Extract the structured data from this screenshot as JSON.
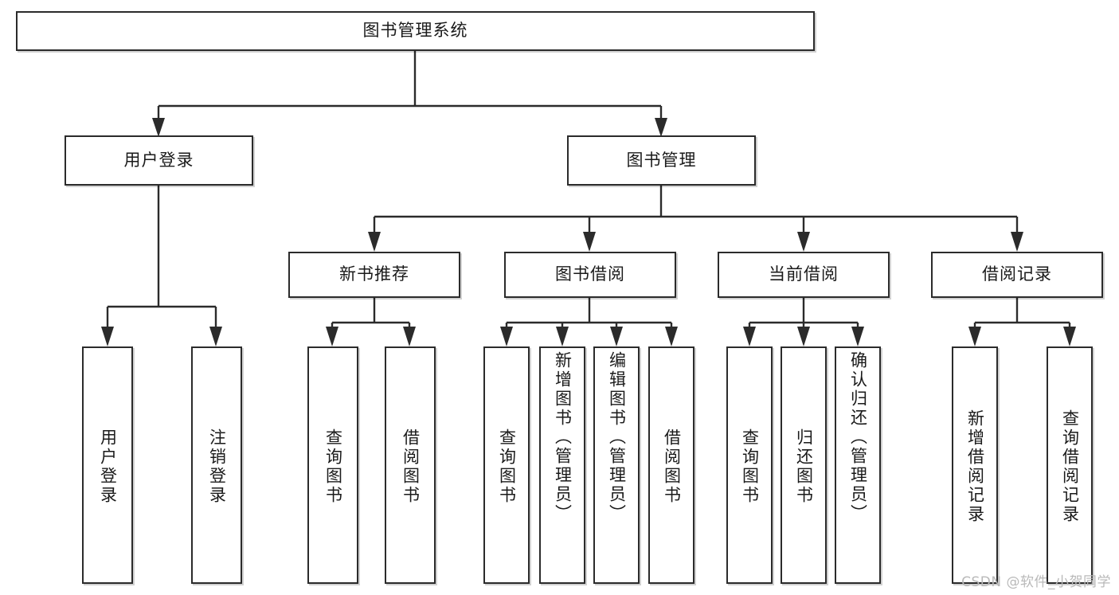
{
  "diagram": {
    "title": "图书管理系统",
    "type": "tree-hierarchy",
    "watermark": "CSDN @软件_小贺同学",
    "colors": {
      "line": "#2b2b2b",
      "box_border": "#2b2b2b",
      "box_fill": "#ffffff",
      "text": "#1a1a1a",
      "watermark": "#b9b9b9"
    },
    "levels": {
      "root": {
        "label": "图书管理系统"
      },
      "level2": [
        {
          "label": "用户登录"
        },
        {
          "label": "图书管理"
        }
      ],
      "level3": [
        {
          "label": "新书推荐"
        },
        {
          "label": "图书借阅"
        },
        {
          "label": "当前借阅"
        },
        {
          "label": "借阅记录"
        }
      ],
      "leaves": {
        "user_login": [
          {
            "label": "用户登录"
          },
          {
            "label": "注销登录"
          }
        ],
        "new_book_recommend": [
          {
            "label": "查询图书"
          },
          {
            "label": "借阅图书"
          }
        ],
        "book_borrow": [
          {
            "label": "查询图书"
          },
          {
            "label": "新增图书（管理员）"
          },
          {
            "label": "编辑图书（管理员）"
          },
          {
            "label": "借阅图书"
          }
        ],
        "current_borrow": [
          {
            "label": "查询图书"
          },
          {
            "label": "归还图书"
          },
          {
            "label": "确认归还（管理员）"
          }
        ],
        "borrow_record": [
          {
            "label": "新增借阅记录"
          },
          {
            "label": "查询借阅记录"
          }
        ]
      }
    }
  }
}
